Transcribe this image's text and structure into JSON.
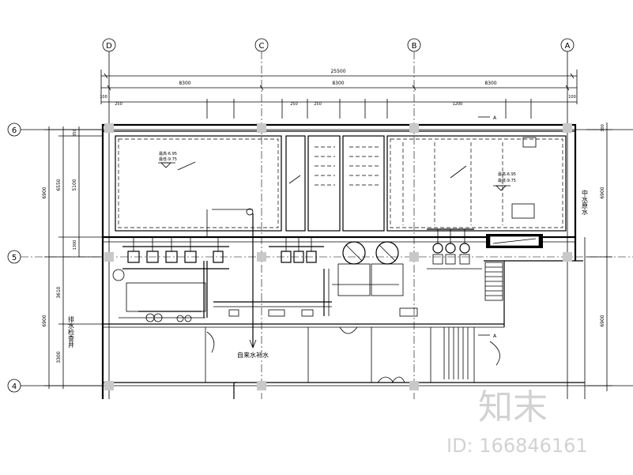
{
  "axes_top": [
    "D",
    "C",
    "B",
    "A"
  ],
  "axes_left": [
    "6",
    "5",
    "4"
  ],
  "dims_top": {
    "overall": "25500",
    "spans": [
      "8300",
      "8300",
      "8300"
    ],
    "small": [
      "100",
      "250",
      "250",
      "250",
      "1200",
      "100"
    ]
  },
  "dims_left": {
    "outer": [
      "6900",
      "6900"
    ],
    "inner": [
      "6550",
      "3610",
      "3300"
    ],
    "small": [
      "350",
      "5100",
      "1300"
    ]
  },
  "dims_right": [
    "6900",
    "6900",
    "300"
  ],
  "tank_labels": {
    "left_top": "最高-6.95",
    "left_bottom": "最低-9.75",
    "right_top": "最高-6.95",
    "right_bottom": "最低-9.75"
  },
  "labels": {
    "right_vertical": "中水原水",
    "left_vertical": "排水检查井",
    "bottom_center": "自来水补水",
    "section_a": "A"
  },
  "watermark": {
    "logo": "知末",
    "id": "ID: 166846161"
  }
}
